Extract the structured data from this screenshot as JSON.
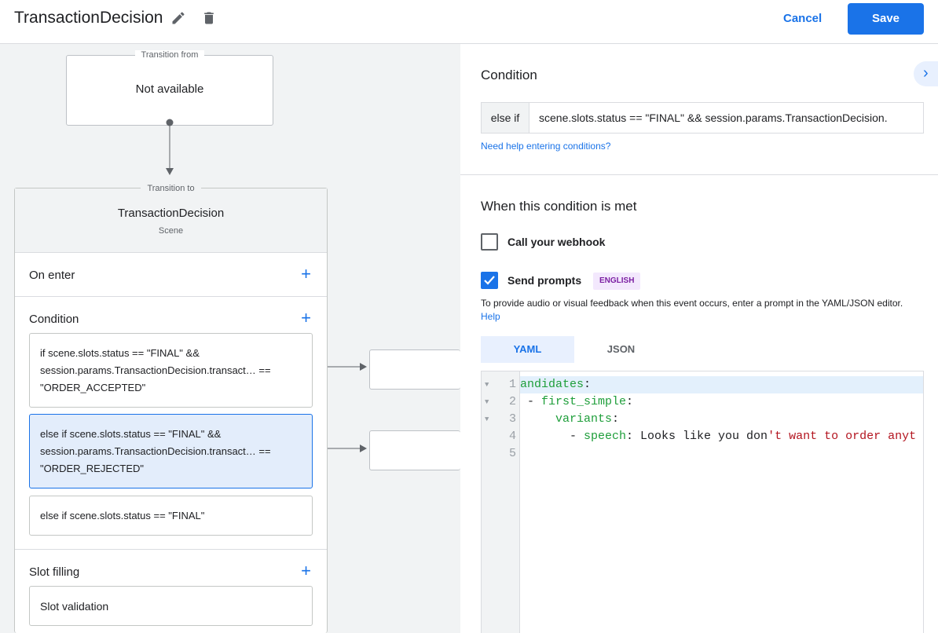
{
  "header": {
    "title": "TransactionDecision",
    "cancel": "Cancel",
    "save": "Save"
  },
  "canvas": {
    "from": {
      "legend": "Transition from",
      "value": "Not available"
    },
    "scene": {
      "legend": "Transition to",
      "name": "TransactionDecision",
      "type": "Scene",
      "on_enter": "On enter",
      "condition": "Condition",
      "slot_filling": "Slot filling",
      "slot_validation": "Slot validation",
      "conditions": [
        {
          "text": "if scene.slots.status == \"FINAL\" && session.params.TransactionDecision.transact… == \"ORDER_ACCEPTED\""
        },
        {
          "text": "else if scene.slots.status == \"FINAL\" && session.params.TransactionDecision.transact… == \"ORDER_REJECTED\""
        },
        {
          "text": "else if scene.slots.status == \"FINAL\""
        }
      ]
    }
  },
  "panel": {
    "condition_title": "Condition",
    "prefix": "else if",
    "condition_value": "scene.slots.status == \"FINAL\" && session.params.TransactionDecision.",
    "help_link": "Need help entering conditions?",
    "met_title": "When this condition is met",
    "webhook": {
      "label": "Call your webhook",
      "checked": false
    },
    "prompts": {
      "label": "Send prompts",
      "checked": true,
      "badge": "ENGLISH"
    },
    "info": "To provide audio or visual feedback when this event occurs, enter a prompt in the YAML/JSON editor.",
    "info_link": "Help",
    "tabs": [
      {
        "label": "YAML",
        "selected": true
      },
      {
        "label": "JSON",
        "selected": false
      }
    ],
    "editor": {
      "lines": [
        "1",
        "2",
        "3",
        "4",
        "5"
      ],
      "l1": "andidates",
      ":": ":",
      "l2a": " - ",
      "l2": "first_simple",
      "l3a": "     ",
      "l3": "variants",
      "l4a": "       - ",
      "l4": "speech",
      "l4b": ": Looks like you don",
      "l4c": "'t want to order anyt"
    }
  },
  "colors": {
    "accent": "#1a73e8",
    "selected_bg": "#e3edfb",
    "badge_bg": "#f3e8fd",
    "badge_fg": "#7b1fa2"
  }
}
